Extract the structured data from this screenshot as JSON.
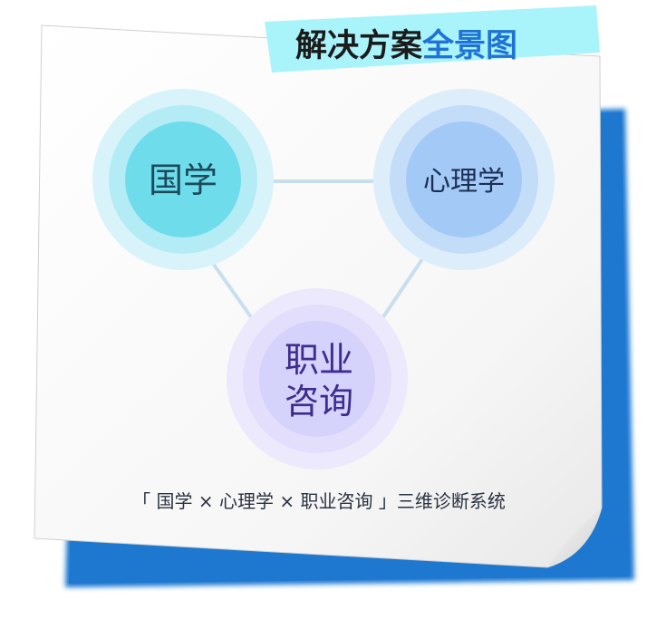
{
  "title": {
    "part1": "解决方案",
    "part2": "全景图"
  },
  "nodes": [
    {
      "label": "国学"
    },
    {
      "label": "心理学"
    },
    {
      "label_line1": "职业",
      "label_line2": "咨询"
    }
  ],
  "caption": "「 国学 × 心理学 × 职业咨询 」三维诊断系统",
  "colors": {
    "title_banner": "#a9f3fb",
    "title_dark": "#1b1b1b",
    "title_accent": "#1f73d6",
    "shadow_blue": "#1e78d0",
    "node_cyan": "#6fdcec",
    "node_blue": "#a3c9f7",
    "node_purple": "#d5d2fb",
    "connector": "#c9dfee",
    "label_cyan": "#1b4b5a",
    "label_blue": "#1b2f55",
    "label_purple": "#3d2d8f"
  }
}
